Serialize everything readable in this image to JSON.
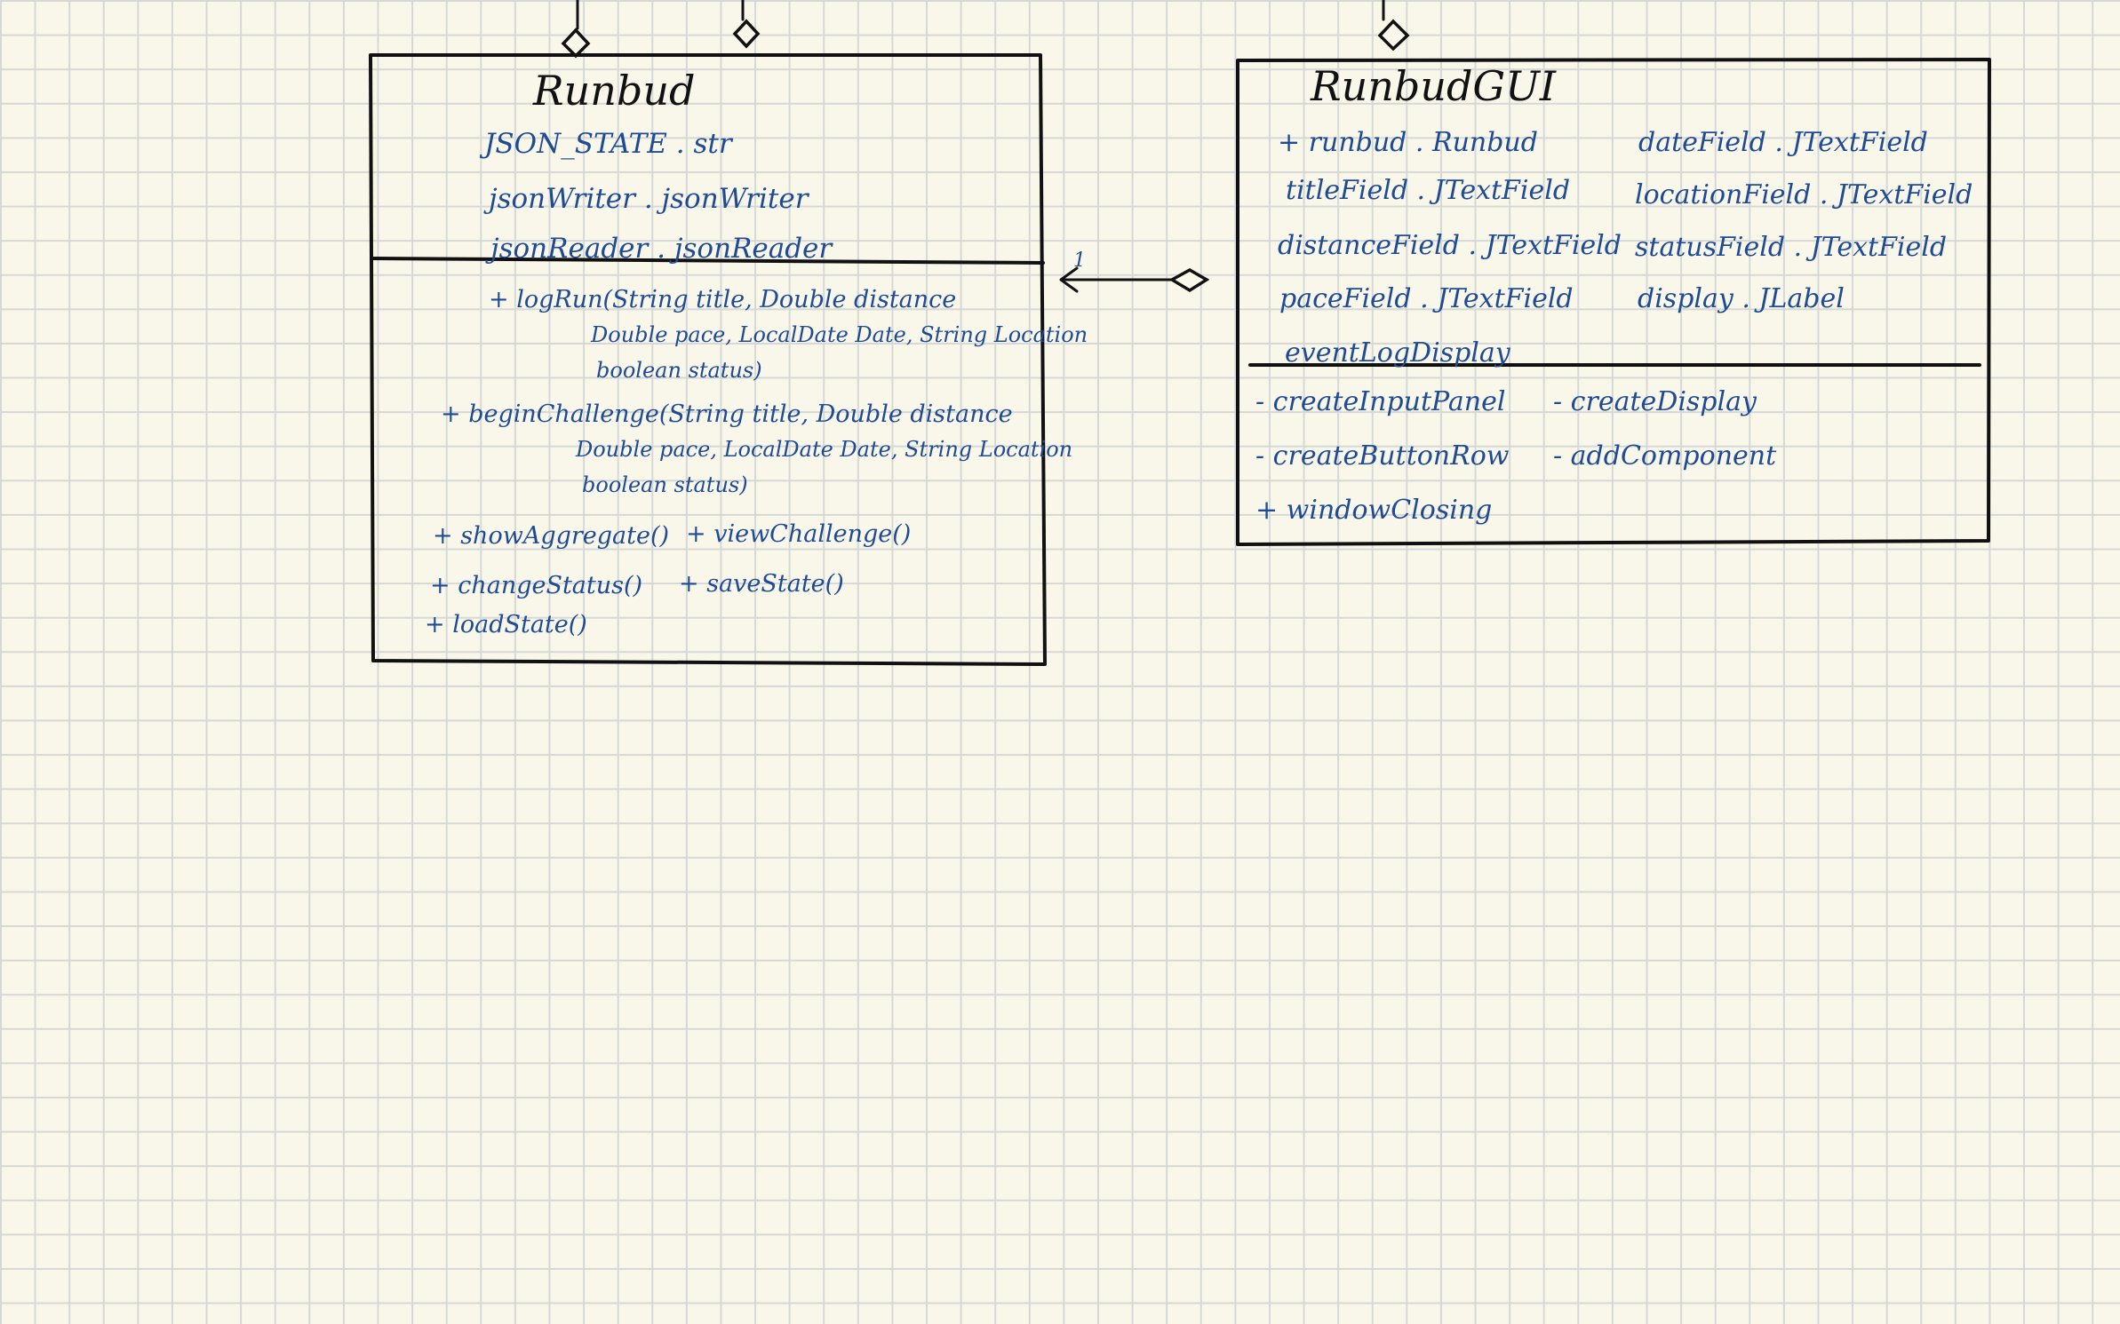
{
  "diagram": {
    "classes": [
      {
        "id": "runbud",
        "name": "Runbud",
        "attributes": [
          "JSON_STATE . str",
          "jsonWriter . jsonWriter",
          "jsonReader . jsonReader"
        ],
        "methods": [
          "+ logRun(String title, Double distance",
          "Double pace, LocalDate Date, String Location",
          "boolean status)",
          "+ beginChallenge(String title, Double distance",
          "Double pace, LocalDate Date, String Location",
          "boolean status)",
          "+ showAggregate()",
          "+ viewChallenge()",
          "+ changeStatus()",
          "+ saveState()",
          "+ loadState()"
        ]
      },
      {
        "id": "runbud-gui",
        "name": "RunbudGUI",
        "attributes": [
          "+ runbud . Runbud",
          "dateField . JTextField",
          "titleField . JTextField",
          "locationField . JTextField",
          "distanceField . JTextField",
          "statusField . JTextField",
          "paceField . JTextField",
          "display . JLabel",
          "eventLogDisplay"
        ],
        "methods": [
          "- createInputPanel",
          "- createDisplay",
          "- createButtonRow",
          "- addComponent",
          "+ windowClosing"
        ]
      }
    ],
    "relationships": [
      {
        "from": "runbud-gui",
        "to": "runbud",
        "type": "aggregation",
        "multiplicity": "1"
      }
    ],
    "colors": {
      "background": "#f9f7ea",
      "grid": "#d6d8d6",
      "ink_black": "#111111",
      "ink_blue": "#1f4a94"
    }
  }
}
